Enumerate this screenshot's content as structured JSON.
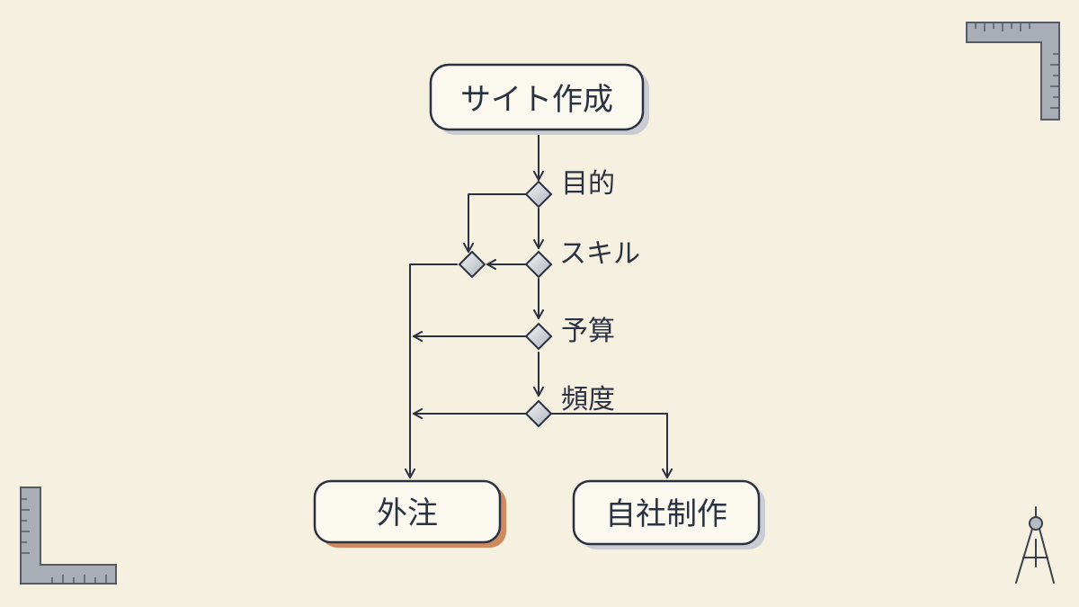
{
  "diagram": {
    "nodes": {
      "start": {
        "label": "サイト作成"
      },
      "outsource": {
        "label": "外注"
      },
      "inhouse": {
        "label": "自社制作"
      }
    },
    "decisions": [
      {
        "label": "目的"
      },
      {
        "label": "スキル"
      },
      {
        "label": "予算"
      },
      {
        "label": "頻度"
      }
    ]
  },
  "colors": {
    "background": "#f6f0e1",
    "ink": "#2a3140",
    "node_fill": "#fbf8f0",
    "node_shadow": "#c9ccd3",
    "outsource_shadow": "#cf8a62",
    "diamond_fill": "#cfd4db",
    "ruler": "#a8adb6"
  },
  "icons": [
    "ruler-corner-icon",
    "compass-icon"
  ]
}
